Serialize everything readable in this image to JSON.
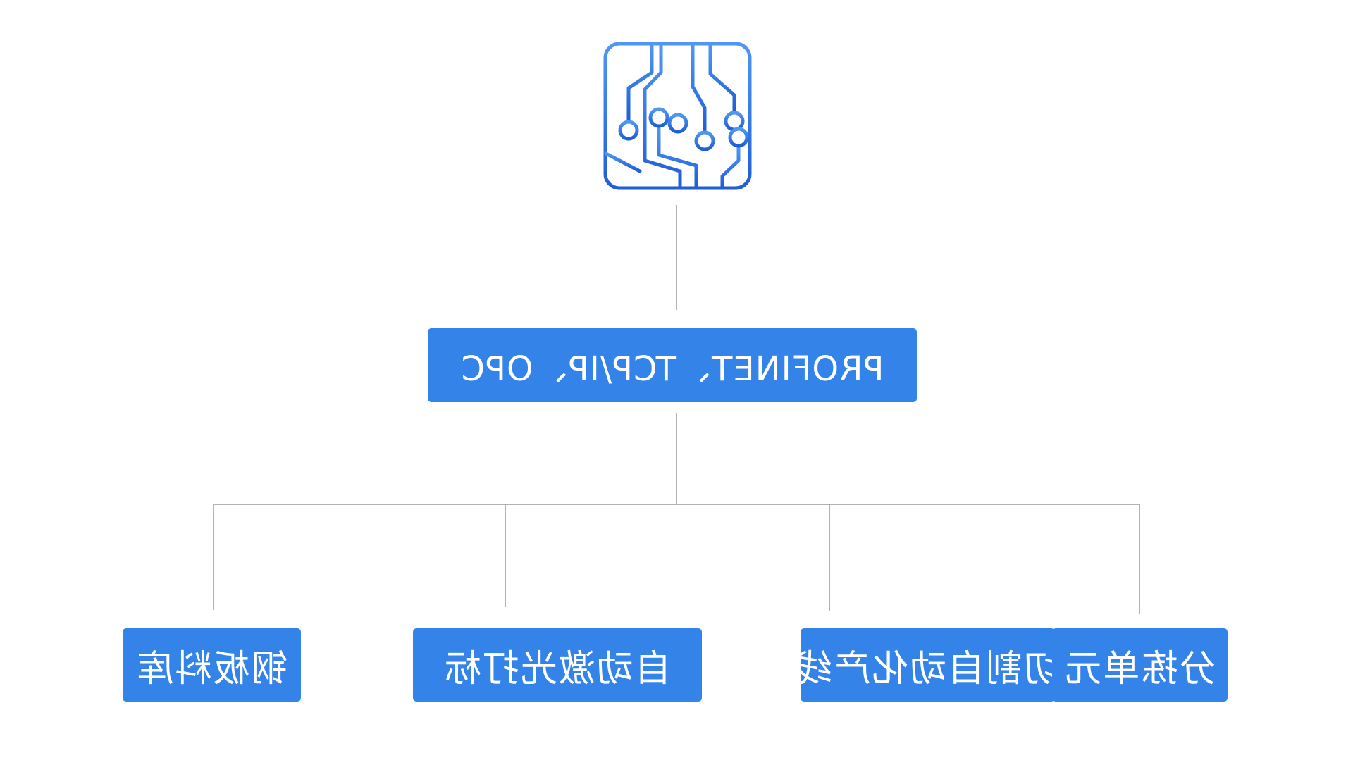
{
  "diagram": {
    "protocol_label": "PROFINET、TCP/IP、OPC",
    "nodes": [
      {
        "label": "钢板料库"
      },
      {
        "label": "自动激光打标"
      },
      {
        "label": "切割自动化产线"
      },
      {
        "label": "分拣单元"
      }
    ]
  },
  "icon": "circuit-board-icon",
  "colors": {
    "box_fill": "#3483e8",
    "box_text": "#ffffff",
    "connector": "#9a9a9a",
    "icon_gradient_top": "#4f97f2",
    "icon_gradient_bottom": "#1f5ed6"
  }
}
